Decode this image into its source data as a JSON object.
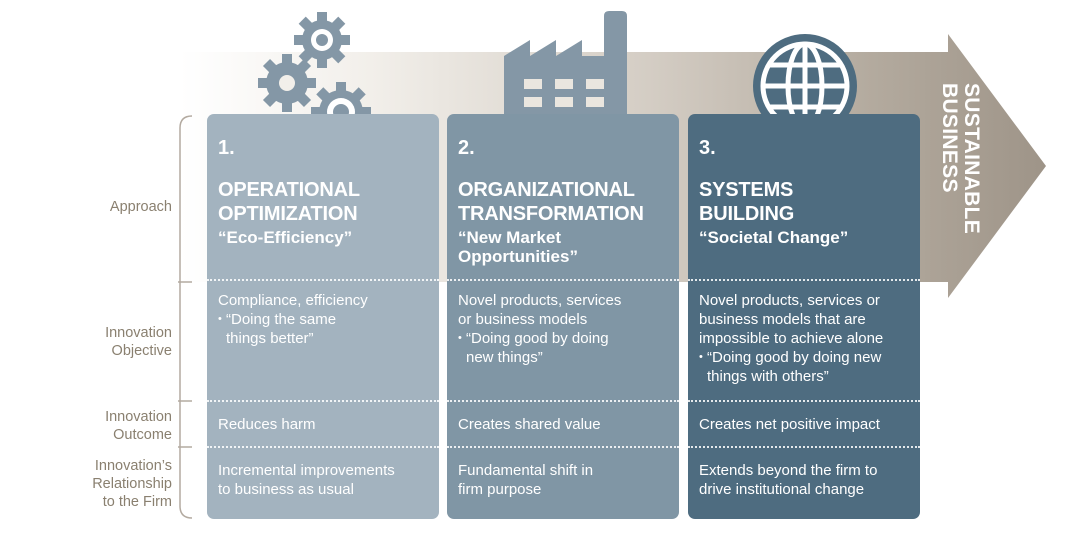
{
  "row_labels": {
    "approach": "Approach",
    "objective": [
      "Innovation",
      "Objective"
    ],
    "outcome": [
      "Innovation",
      "Outcome"
    ],
    "relationship": [
      "Innovation’s",
      "Relationship",
      "to the Firm"
    ]
  },
  "arrow_label": [
    "SUSTAINABLE",
    "BUSINESS"
  ],
  "colors": {
    "col1": "#a3b3bf",
    "col2": "#8096a5",
    "col3": "#4e6c80",
    "icon": "#8497a6",
    "label": "#8a8070",
    "arrow_tip": "#a89e92",
    "bracket": "#b3aaa0"
  },
  "columns": [
    {
      "number": "1.",
      "title": [
        "OPERATIONAL",
        "OPTIMIZATION"
      ],
      "subtitle": [
        "“Eco-Efficiency”"
      ],
      "objective_text": [
        "Compliance, efficiency"
      ],
      "objective_bullet": [
        "“Doing the same",
        "things better”"
      ],
      "outcome": "Reduces harm",
      "relationship": [
        "Incremental improvements",
        "to business as usual"
      ],
      "icon": "gears-icon"
    },
    {
      "number": "2.",
      "title": [
        "ORGANIZATIONAL",
        "TRANSFORMATION"
      ],
      "subtitle": [
        "“New Market",
        "Opportunities”"
      ],
      "objective_text": [
        "Novel products, services",
        "or business models"
      ],
      "objective_bullet": [
        "“Doing good by doing",
        "new things”"
      ],
      "outcome": "Creates shared value",
      "relationship": [
        "Fundamental shift in",
        "firm purpose"
      ],
      "icon": "factory-icon"
    },
    {
      "number": "3.",
      "title": [
        "SYSTEMS",
        "BUILDING"
      ],
      "subtitle": [
        "“Societal Change”"
      ],
      "objective_text": [
        "Novel products, services or",
        "business models that are",
        "impossible to achieve alone"
      ],
      "objective_bullet": [
        "“Doing good by doing new",
        "things with others”"
      ],
      "outcome": "Creates net positive impact",
      "relationship": [
        "Extends beyond the firm to",
        "drive institutional change"
      ],
      "icon": "globe-icon"
    }
  ]
}
